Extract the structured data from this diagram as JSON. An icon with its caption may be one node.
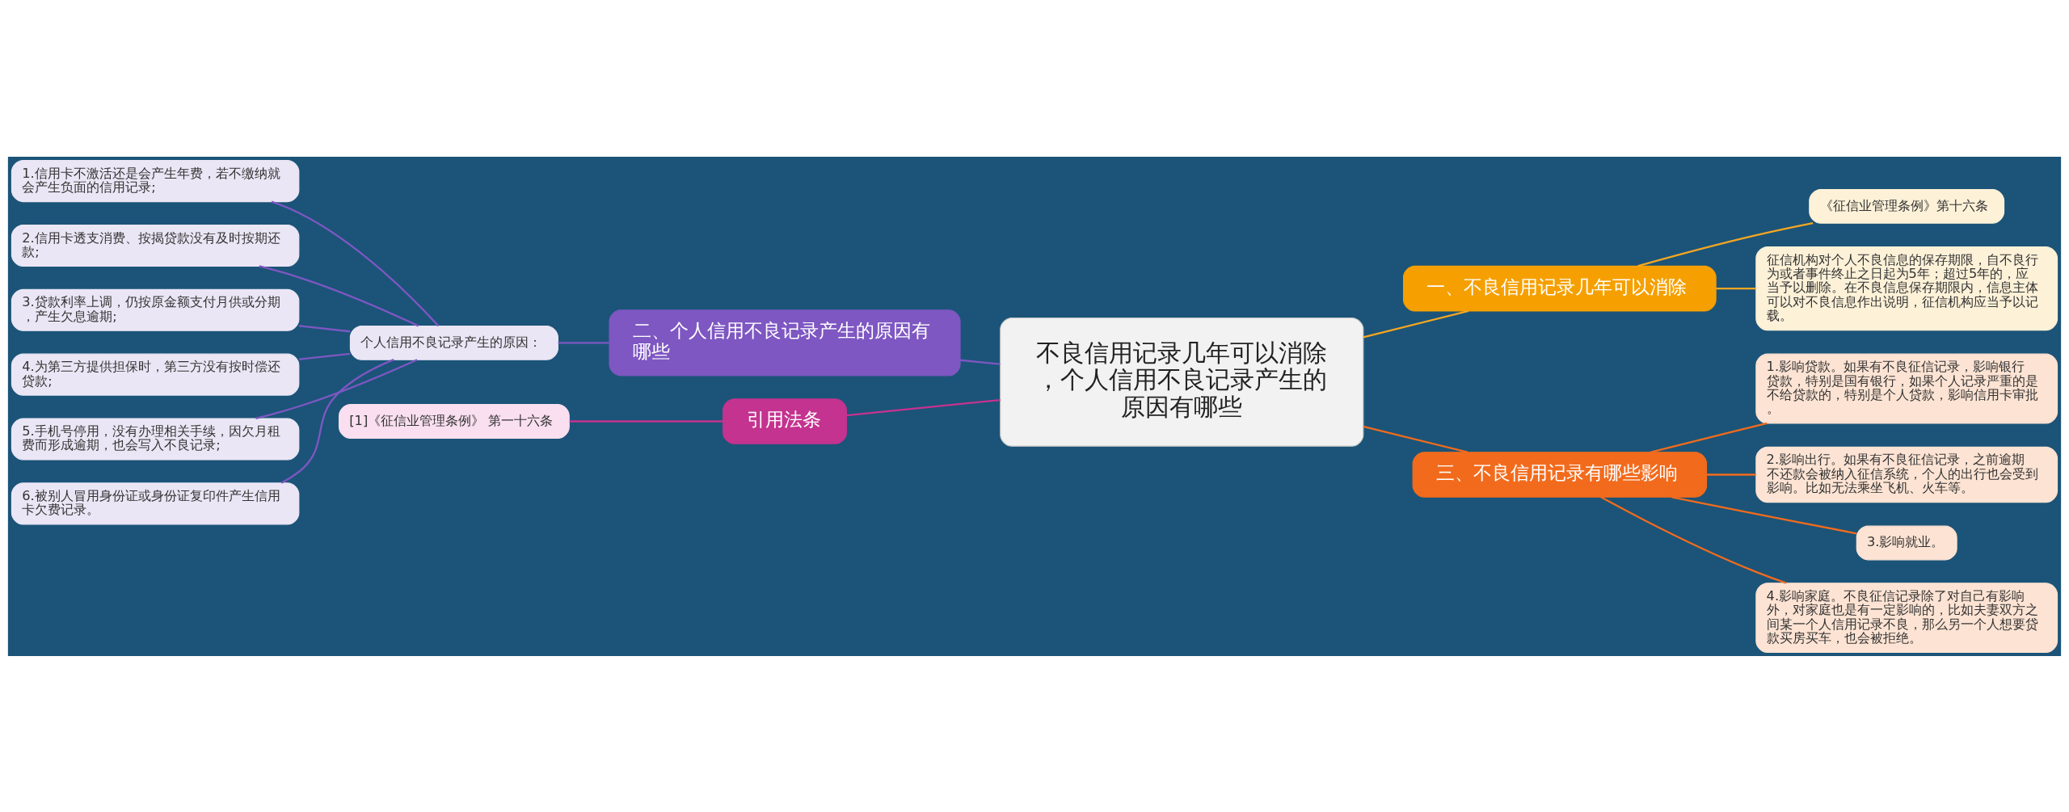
{
  "diagram": {
    "nodes": [
      {
        "text": [
          "不良信用记录几年可以消除，个人信用不良记录产生的原因有哪些"
        ]
      },
      {
        "text": [
          "一、不良信用记录几年可以消除"
        ]
      },
      {
        "text": [
          "《征信业管理条例》第十六条"
        ]
      },
      {
        "text": [
          "征信机构对个人不良信息的保存期限，自不良行为或者事件终止之日起为5年；超过5年的，应当予以删除。在不良信息保存期限内，信息主体可以对不良信息作出说明，征信机构应当予以记载。"
        ]
      },
      {
        "text": [
          "二、个人信用不良记录产生的原因有哪些"
        ]
      },
      {
        "text": [
          "个人信用不良记录产生的原因："
        ]
      },
      {
        "text": [
          "1.信用卡不激活还是会产生年费，若不缴纳就会产生负面的信用记录;"
        ]
      },
      {
        "text": [
          "2.信用卡透支消费、按揭贷款没有及时按期还款;"
        ]
      },
      {
        "text": [
          "3.贷款利率上调，仍按原金额支付月供或分期，产生欠息逾期;"
        ]
      },
      {
        "text": [
          "4.为第三方提供担保时，第三方没有按时偿还贷款;"
        ]
      },
      {
        "text": [
          "5.手机号停用，没有办理相关手续，因欠月租费而形成逾期，也会写入不良记录;"
        ]
      },
      {
        "text": [
          "6.被别人冒用身份证或身份证复印件产生信用卡欠费记录。"
        ]
      },
      {
        "text": [
          "三、不良信用记录有哪些影响"
        ]
      },
      {
        "text": [
          "1.影响贷款。如果有不良征信记录，影响银行贷款，特别是国有银行，如果个人记录严重的是不给贷款的，特别是个人贷款，影响信用卡审批。"
        ]
      },
      {
        "text": [
          "2.影响出行。如果有不良征信记录，之前逾期不还款会被纳入征信系统，个人的出行也会受到影响。比如无法乘坐飞机、火车等。"
        ]
      },
      {
        "text": [
          "3.影响就业。"
        ]
      },
      {
        "text": [
          "4.影响家庭。不良征信记录除了对自己有影响外，对家庭也是有一定影响的，比如夫妻双方之间某一个人信用记录不良，那么另一个人想要贷款买房买车，也会被拒绝。"
        ]
      },
      {
        "text": [
          "引用法条"
        ]
      },
      {
        "text": [
          "[1]《征信业管理条例》 第一十六条"
        ]
      }
    ],
    "edges": [
      {
        "from": 0,
        "to": 1,
        "arrow": "none",
        "color": "#f5a623"
      },
      {
        "from": 1,
        "to": 2,
        "arrow": "none",
        "color": "#f5a623"
      },
      {
        "from": 1,
        "to": 3,
        "arrow": "none",
        "color": "#f5a623"
      },
      {
        "from": 0,
        "to": 4,
        "arrow": "none",
        "color": "#7e57c2"
      },
      {
        "from": 4,
        "to": 5,
        "arrow": "none",
        "color": "#7e57c2"
      },
      {
        "from": 5,
        "to": 6,
        "arrow": "none",
        "color": "#7e57c2"
      },
      {
        "from": 5,
        "to": 7,
        "arrow": "none",
        "color": "#7e57c2"
      },
      {
        "from": 5,
        "to": 8,
        "arrow": "none",
        "color": "#7e57c2"
      },
      {
        "from": 5,
        "to": 9,
        "arrow": "none",
        "color": "#7e57c2"
      },
      {
        "from": 5,
        "to": 10,
        "arrow": "none",
        "color": "#7e57c2"
      },
      {
        "from": 5,
        "to": 11,
        "arrow": "none",
        "color": "#7e57c2"
      },
      {
        "from": 0,
        "to": 12,
        "arrow": "none",
        "color": "#f26b1d"
      },
      {
        "from": 12,
        "to": 13,
        "arrow": "none",
        "color": "#f26b1d"
      },
      {
        "from": 12,
        "to": 14,
        "arrow": "none",
        "color": "#f26b1d"
      },
      {
        "from": 12,
        "to": 15,
        "arrow": "none",
        "color": "#f26b1d"
      },
      {
        "from": 12,
        "to": 16,
        "arrow": "none",
        "color": "#f26b1d"
      },
      {
        "from": 0,
        "to": 17,
        "arrow": "none",
        "color": "#c4338f"
      },
      {
        "from": 17,
        "to": 18,
        "arrow": "none",
        "color": "#c4338f"
      }
    ]
  }
}
